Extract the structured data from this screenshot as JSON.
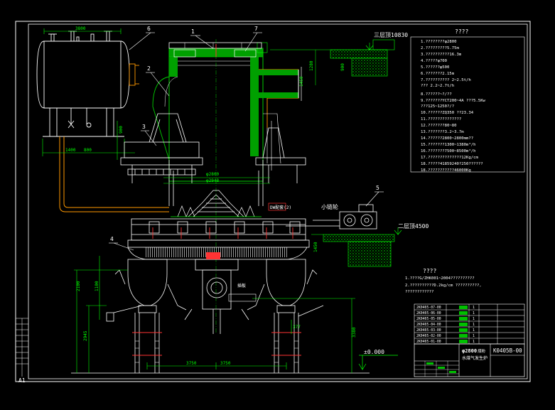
{
  "drawing": {
    "sheet_size": "A1",
    "drawing_number": "K0405B-00",
    "title_line1": "φ2800",
    "title_line1_suffix": "煤粉",
    "title_line2": "水煤气发生炉",
    "colors": {
      "background": "#000000",
      "frame": "#ffffff",
      "machine": "#ffffff",
      "callout": "#ffffff",
      "pipe_orange": "#ff9900",
      "green_outline": "#00cc00",
      "green_fill": "#00a000",
      "dimension": "#00ff00",
      "text_label": "#00ff00",
      "hatch": "#00ff00"
    }
  },
  "part_labels": [
    "1",
    "2",
    "3",
    "4",
    "5",
    "6",
    "7"
  ],
  "level_labels": {
    "level3": "三层顶10830",
    "level2": "二层顶4500",
    "ground": "±0.000",
    "small_pulley": "小链轮"
  },
  "dimension_texts": {
    "top_width": "3800",
    "d1": "φ2800",
    "d2": "φ2948",
    "left_spacing_a": "1400",
    "left_spacing_b": "800",
    "span_left": "3750",
    "span_right": "3750",
    "v1": "1280",
    "v2": "1450",
    "v3": "900",
    "v4": "2100",
    "v5": "1100",
    "v6": "2945",
    "v7": "3380",
    "v8": "377",
    "v9": "900",
    "v10": "1450",
    "dwg_note": "DW配套(2)",
    "axle_note": "插板"
  },
  "spec_panel": {
    "title": "????",
    "lines": [
      "1.????????φ2800",
      "2.?????????5.75m",
      "3.??????????16.3m",
      "4.?????φ700",
      "5.??????φ500",
      "6.???????2.15m",
      "7.??????????       2~2.5t/h",
      "                   ???  2.2~2.7t/h",
      "8.??????~?/??",
      "9.???????YCT200~4A  ???5.5Kw",
      "     ???125~1250?/?",
      "10.??????ZQ350    ??23.34",
      "11.??????????????",
      "12.???????80~80",
      "13.???????3.2~3.7m",
      "14.??????2800~2800mm??",
      "15.???????1300~1380m³/h",
      "16.???????7500~8500m³/h",
      "17.??????????????12Kg/cm",
      "18.?????41859240?250??????",
      "18.???????????46000Kg"
    ]
  },
  "notes_panel": {
    "title": "????",
    "lines": [
      "1.????G/ZHK001~2004??????????",
      "2.??????????D.2kg/cm          ??????????,",
      "  ????????????"
    ]
  },
  "parts_table": {
    "rows": [
      {
        "code": "2K0405-07-00",
        "qty": "1"
      },
      {
        "code": "2K0405-06-00",
        "qty": "1"
      },
      {
        "code": "2K0405-05-00",
        "qty": "1"
      },
      {
        "code": "2K0405-04-00",
        "qty": "1"
      },
      {
        "code": "2K0405-03-00",
        "qty": "1"
      },
      {
        "code": "2K0405-02-00",
        "qty": "1"
      },
      {
        "code": "2K0405-01-00",
        "qty": "1"
      }
    ]
  }
}
